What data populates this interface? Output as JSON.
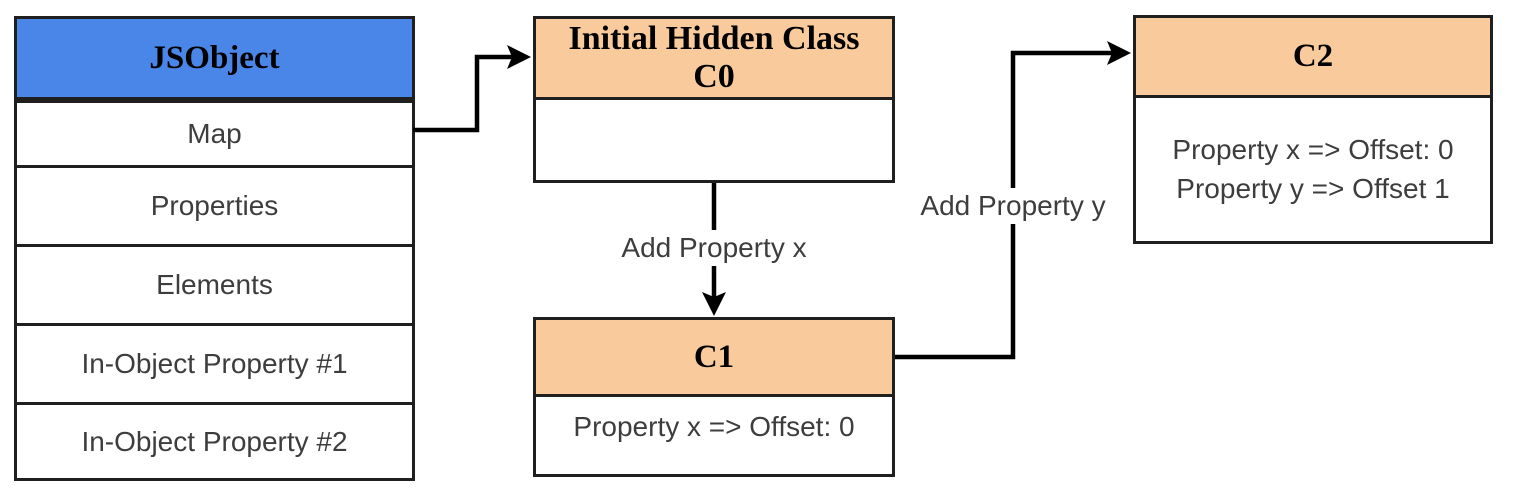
{
  "colors": {
    "header_blue": "#4a86e8",
    "header_orange": "#f9cb9c",
    "border": "#1f1f1f",
    "arrow": "#000000",
    "body_text": "#3d3d3d",
    "canvas": "#ffffff"
  },
  "jsobject": {
    "title": "JSObject",
    "rows": [
      "Map",
      "Properties",
      "Elements",
      "In-Object Property #1",
      "In-Object Property #2"
    ]
  },
  "c0": {
    "title_lines": [
      "Initial Hidden Class",
      "C0"
    ],
    "rows": []
  },
  "c1": {
    "title": "C1",
    "rows": [
      "Property x => Offset: 0"
    ]
  },
  "c2": {
    "title": "C2",
    "rows": [
      "Property x => Offset: 0",
      "Property y => Offset 1"
    ]
  },
  "edges": [
    {
      "from": "Map",
      "to": "C0",
      "label": ""
    },
    {
      "from": "C0",
      "to": "C1",
      "label": "Add Property x"
    },
    {
      "from": "C1",
      "to": "C2",
      "label": "Add Property y"
    }
  ]
}
